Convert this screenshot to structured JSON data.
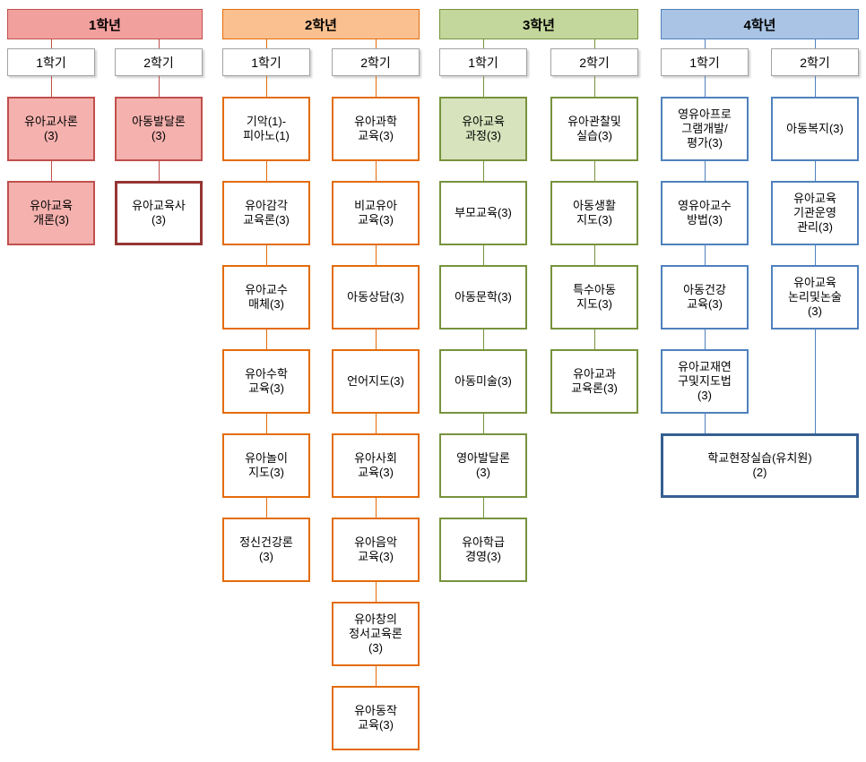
{
  "diagram": {
    "groups": [
      {
        "year_label": "1학년",
        "theme": {
          "border": "#C0504D",
          "header_fill": "#F2A09E",
          "line": "#C0504D"
        },
        "semesters": [
          {
            "label": "1학기",
            "courses": [
              {
                "label": "유아교사론\n(3)",
                "fill": "#F4B1AE"
              },
              {
                "label": "유아교육\n개론(3)",
                "fill": "#F4B1AE"
              }
            ]
          },
          {
            "label": "2학기",
            "courses": [
              {
                "label": "아동발달론\n(3)",
                "fill": "#F4B1AE"
              },
              {
                "label": "유아교육사\n(3)",
                "border": "#943634",
                "border_width": 3
              }
            ]
          }
        ]
      },
      {
        "year_label": "2학년",
        "theme": {
          "border": "#E36C0A",
          "header_fill": "#FAC090",
          "line": "#E36C0A"
        },
        "semesters": [
          {
            "label": "1학기",
            "courses": [
              {
                "label": "기악(1)-\n피아노(1)"
              },
              {
                "label": "유아감각\n교육론(3)"
              },
              {
                "label": "유아교수\n매체(3)"
              },
              {
                "label": "유아수학\n교육(3)"
              },
              {
                "label": "유아놀이\n지도(3)"
              },
              {
                "label": "정신건강론\n(3)"
              }
            ]
          },
          {
            "label": "2학기",
            "courses": [
              {
                "label": "유아과학\n교육(3)"
              },
              {
                "label": "비교유아\n교육(3)"
              },
              {
                "label": "아동상담(3)"
              },
              {
                "label": "언어지도(3)"
              },
              {
                "label": "유아사회\n교육(3)"
              },
              {
                "label": "유아음악\n교육(3)"
              },
              {
                "label": "유아창의\n정서교육론\n(3)"
              },
              {
                "label": "유아동작\n교육(3)"
              }
            ]
          }
        ]
      },
      {
        "year_label": "3학년",
        "theme": {
          "border": "#77933C",
          "header_fill": "#C3D69B",
          "line": "#77933C"
        },
        "semesters": [
          {
            "label": "1학기",
            "courses": [
              {
                "label": "유아교육\n과정(3)",
                "fill": "#D6E3BC"
              },
              {
                "label": "부모교육(3)"
              },
              {
                "label": "아동문학(3)"
              },
              {
                "label": "아동미술(3)"
              },
              {
                "label": "영아발달론\n(3)"
              },
              {
                "label": "유아학급\n경영(3)"
              }
            ]
          },
          {
            "label": "2학기",
            "courses": [
              {
                "label": "유아관찰및\n실습(3)"
              },
              {
                "label": "아동생활\n지도(3)"
              },
              {
                "label": "특수아동\n지도(3)"
              },
              {
                "label": "유아교과\n교육론(3)"
              }
            ]
          }
        ]
      },
      {
        "year_label": "4학년",
        "theme": {
          "border": "#4F81BD",
          "header_fill": "#A9C4E4",
          "line": "#4F81BD"
        },
        "semesters": [
          {
            "label": "1학기",
            "courses": [
              {
                "label": "영유아프로\n그램개발/\n평가(3)"
              },
              {
                "label": "영유아교수\n방법(3)"
              },
              {
                "label": "아동건강\n교육(3)"
              },
              {
                "label": "유아교재연\n구및지도법\n(3)"
              }
            ]
          },
          {
            "label": "2학기",
            "courses": [
              {
                "label": "아동복지(3)"
              },
              {
                "label": "유아교육\n기관운영\n관리(3)"
              },
              {
                "label": "유아교육\n논리및논술\n(3)"
              }
            ]
          }
        ],
        "span_course": {
          "label": "학교현장실습(유치원)\n(2)",
          "border": "#365F91",
          "border_width": 3
        }
      }
    ]
  }
}
